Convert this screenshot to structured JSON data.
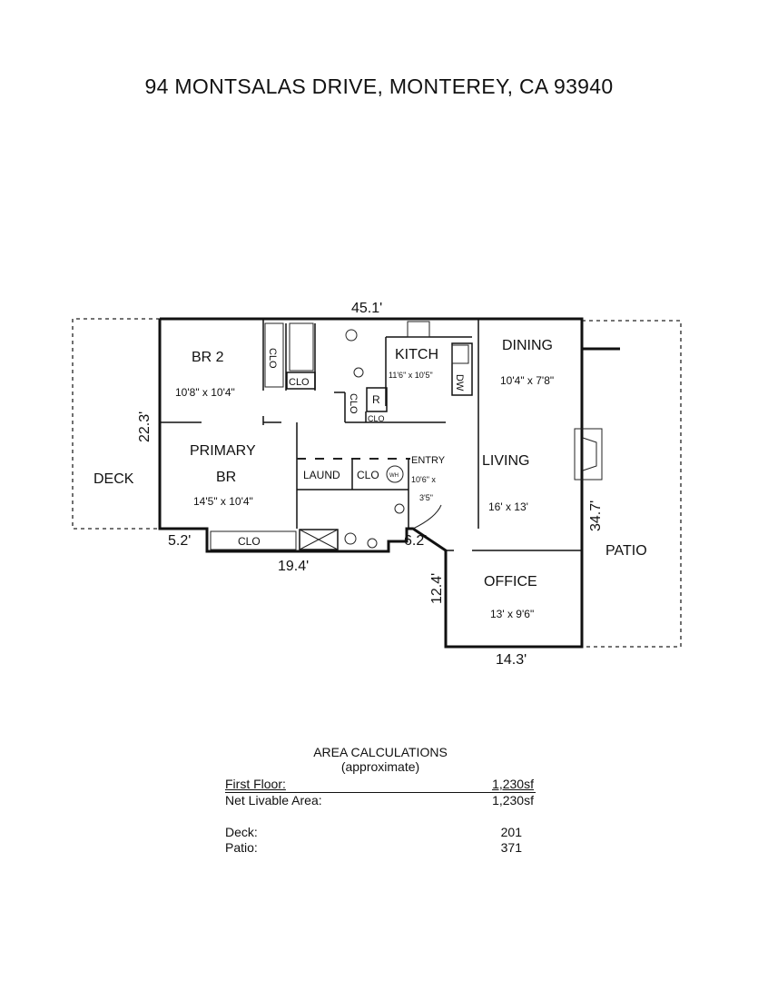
{
  "title": "94 MONTSALAS DRIVE, MONTEREY, CA  93940",
  "plan": {
    "overall": {
      "top": "45.1'",
      "left": "22.3'",
      "right": "34.7'",
      "bottom_left": "5.2'",
      "bottom_mid": "19.4'",
      "entry_step": "6.2'",
      "office_left": "12.4'",
      "office_bottom": "14.3'"
    },
    "rooms": {
      "br2": {
        "name": "BR 2",
        "size": "10'8\" x 10'4\""
      },
      "primary": {
        "name1": "PRIMARY",
        "name2": "BR",
        "size": "14'5\" x 10'4\""
      },
      "kitchen": {
        "name": "KITCH",
        "size": "11'6\" x 10'5\""
      },
      "dining": {
        "name": "DINING",
        "size": "10'4\" x 7'8\""
      },
      "living": {
        "name": "LIVING",
        "size": "16' x 13'"
      },
      "office": {
        "name": "OFFICE",
        "size": "13' x 9'6\""
      },
      "entry": {
        "name": "ENTRY",
        "size1": "10'6\" x",
        "size2": "3'5\""
      },
      "laundry": {
        "name": "LAUND"
      },
      "deck": {
        "name": "DECK"
      },
      "patio": {
        "name": "PATIO"
      }
    },
    "fixtures": {
      "clo": "CLO",
      "dw": "DW",
      "r": "R",
      "wh": "WH"
    }
  },
  "area": {
    "heading": "AREA CALCULATIONS",
    "subheading": "(approximate)",
    "first_floor_label": "First  Floor:",
    "first_floor_value": "1,230sf",
    "net_label": "Net Livable Area:",
    "net_value": "1,230sf",
    "deck_label": "Deck:",
    "deck_value": "201",
    "patio_label": "Patio:",
    "patio_value": "371"
  }
}
